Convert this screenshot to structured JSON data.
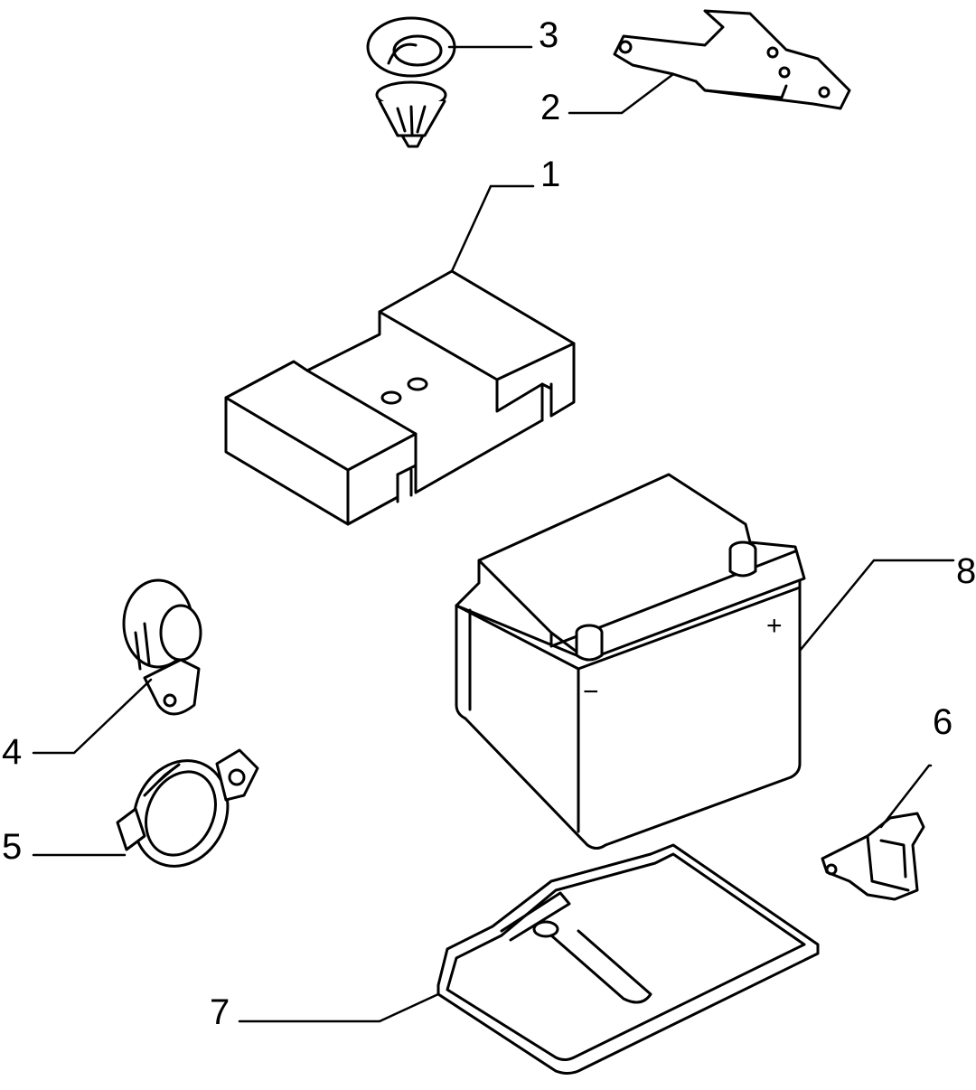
{
  "callouts": {
    "c1": "1",
    "c2": "2",
    "c3": "3",
    "c4": "4",
    "c5": "5",
    "c6": "6",
    "c7": "7",
    "c8": "8"
  },
  "battery": {
    "plus_symbol": "+",
    "minus_symbol": "−"
  },
  "colors": {
    "line": "#000000",
    "background": "#ffffff"
  }
}
